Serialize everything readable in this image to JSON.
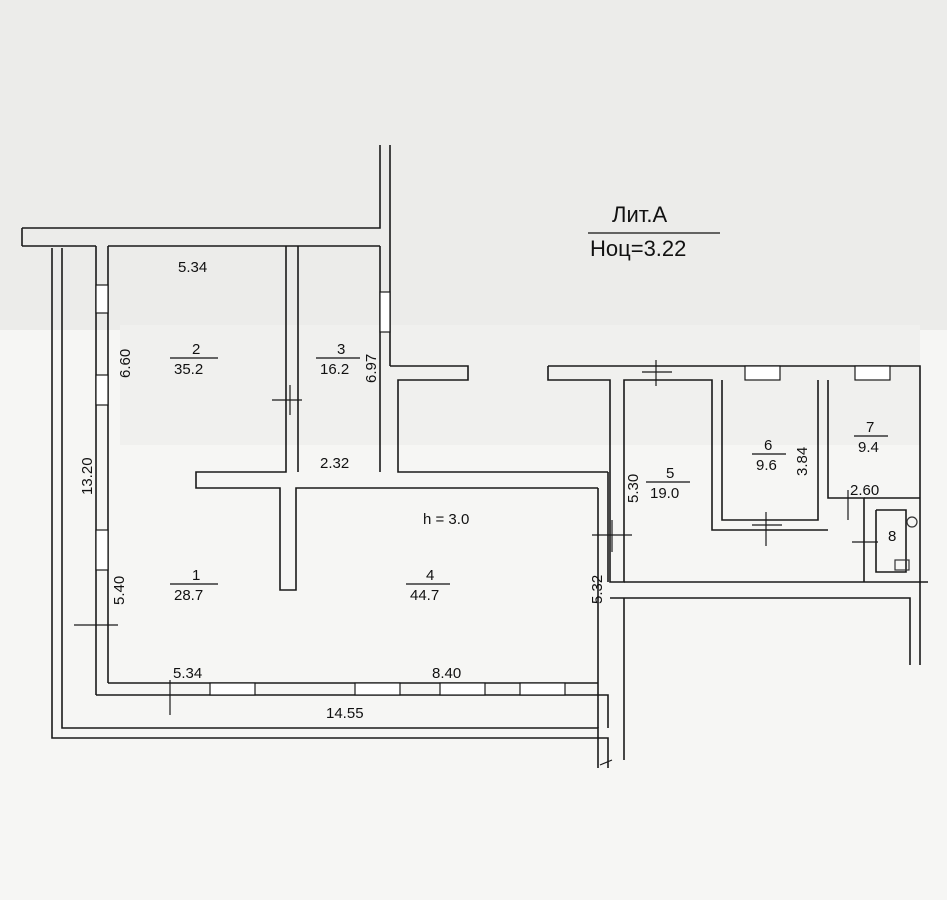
{
  "header": {
    "lit": "Лит.А",
    "height_label": "Ноц=3.22"
  },
  "ceiling_label": "h = 3.0",
  "rooms": [
    {
      "id": "1",
      "area": "28.7"
    },
    {
      "id": "2",
      "area": "35.2"
    },
    {
      "id": "3",
      "area": "16.2"
    },
    {
      "id": "4",
      "area": "44.7"
    },
    {
      "id": "5",
      "area": "19.0"
    },
    {
      "id": "6",
      "area": "9.6"
    },
    {
      "id": "7",
      "area": "9.4"
    },
    {
      "id": "8",
      "area": ""
    }
  ],
  "dimensions": [
    "5.34",
    "6.60",
    "6.97",
    "2.32",
    "13.20",
    "5.40",
    "5.34",
    "8.40",
    "14.55",
    "5.30",
    "5.32",
    "3.84",
    "2.60"
  ]
}
